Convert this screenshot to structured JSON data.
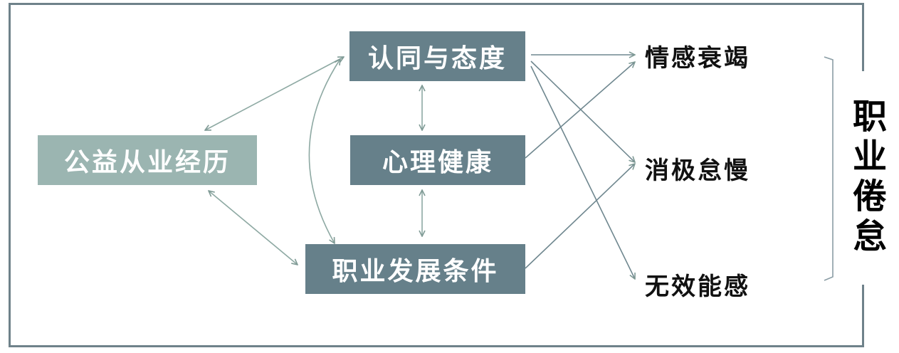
{
  "nodes": {
    "experience": "公益从业经历",
    "identity": "认同与态度",
    "mental_health": "心理健康",
    "career": "职业发展条件"
  },
  "outcomes": {
    "exhaustion": "情感衰竭",
    "cynicism": "消极怠慢",
    "inefficacy": "无效能感"
  },
  "group_label": [
    "职",
    "业",
    "倦",
    "怠"
  ],
  "colors": {
    "light_box": "#9bb5b1",
    "dark_box": "#66808a",
    "arrow": "#8ea9a3",
    "frame": "#6f828a"
  }
}
